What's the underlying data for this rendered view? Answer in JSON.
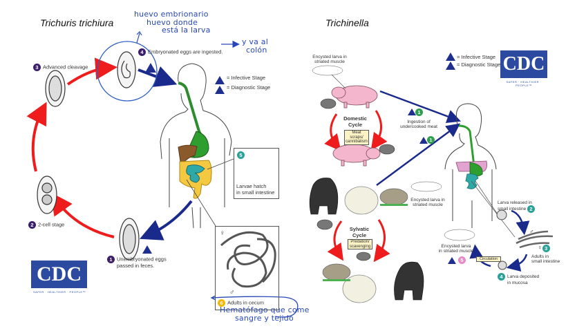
{
  "left": {
    "title": "Trichuris trichiura",
    "stages": [
      {
        "num": "1",
        "label": "Unembryonated eggs passed in feces.",
        "line1": "Unembryonated eggs",
        "line2": "passed in feces.",
        "color": "#3b1f6b"
      },
      {
        "num": "2",
        "label": "2-cell stage",
        "color": "#3b1f6b"
      },
      {
        "num": "3",
        "label": "Advanced cleavage",
        "color": "#3b1f6b"
      },
      {
        "num": "4",
        "label": "Embryonated eggs are ingested.",
        "color": "#3b1f6b"
      },
      {
        "num": "5",
        "label": "Larvae hatch in small intestine",
        "line1": "Larvae hatch",
        "line2": "in small intestine",
        "color": "#2aa198"
      },
      {
        "num": "6",
        "label": "Adults in cecum",
        "color": "#f5b800"
      }
    ],
    "legend": {
      "infective": "= Infective Stage",
      "diagnostic": "= Diagnostic Stage",
      "i": "i",
      "d": "d"
    },
    "sex": {
      "female": "♀",
      "male": "♂"
    },
    "logo": {
      "text": "CDC",
      "tagline": "SAFER · HEALTHIER · PEOPLE™"
    },
    "handwritten": {
      "note1_l1": "huevo embrionario",
      "note1_l2": "huevo donde",
      "note1_l3": "está la larva",
      "note2_l1": "y va al",
      "note2_l2": "colón",
      "note3_l1": "Hematófago que come",
      "note3_l2": "sangre y tejido"
    }
  },
  "right": {
    "title": "Trichinella",
    "legend": {
      "infective": "= Infective Stage",
      "diagnostic": "= Diagnostic Stage",
      "i": "i",
      "d": "d"
    },
    "logo": {
      "text": "CDC",
      "tagline": "SAFER · HEALTHIER · PEOPLE™"
    },
    "encysted_top": {
      "l1": "Encysted larva in",
      "l2": "striated muscle"
    },
    "encysted_mid": {
      "l1": "Encysted larva in",
      "l2": "striated muscle"
    },
    "domestic": {
      "title_l1": "Domestic",
      "title_l2": "Cycle",
      "tag_l1": "Meat scraps/",
      "tag_l2": "cannibalism"
    },
    "sylvatic": {
      "title_l1": "Sylvatic",
      "title_l2": "Cycle",
      "tag_l1": "Predation/",
      "tag_l2": "scavenging"
    },
    "ingestion": {
      "l1": "Ingestion of",
      "l2": "undercooked meat",
      "num": "1"
    },
    "stages": [
      {
        "num": "1",
        "label": "Ingestion of undercooked meat",
        "color": "#2e9e4f"
      },
      {
        "num": "2",
        "label": "Larva released in small intestine",
        "l1": "Larva released in",
        "l2": "small intestine",
        "color": "#2aa198"
      },
      {
        "num": "3",
        "label": "Adults in small intestine",
        "l1": "Adults in",
        "l2": "small intestine",
        "color": "#2aa198"
      },
      {
        "num": "4",
        "label": "Larva deposited in mucosa",
        "l1": "Larva deposited",
        "l2": "in mucosa",
        "color": "#2aa198"
      },
      {
        "num": "5",
        "label": "Encysted larva in striated muscle",
        "l1": "Encysted larva",
        "l2": "in striated muscle",
        "color": "#e78ac3"
      }
    ],
    "circulation": "Circulation",
    "sex": {
      "female": "♀",
      "male": "♂"
    }
  }
}
